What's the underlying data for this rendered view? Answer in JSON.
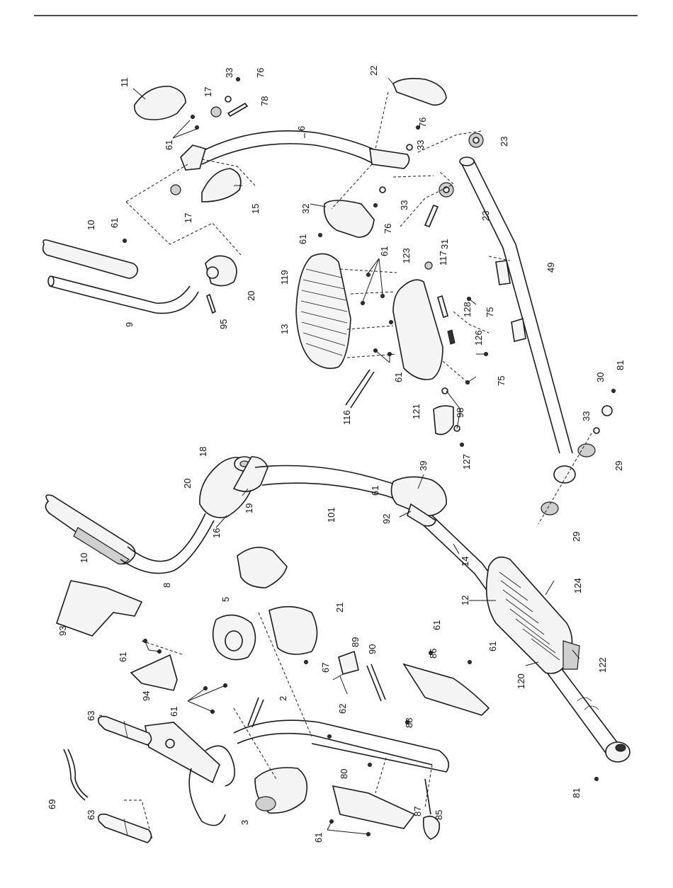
{
  "diagram": {
    "type": "exploded-parts-drawing",
    "part_labels": [
      {
        "id": "p2",
        "text": "2"
      },
      {
        "id": "p3",
        "text": "3"
      },
      {
        "id": "p5",
        "text": "5"
      },
      {
        "id": "p6",
        "text": "6"
      },
      {
        "id": "p8",
        "text": "8"
      },
      {
        "id": "p9",
        "text": "9"
      },
      {
        "id": "p10a",
        "text": "10"
      },
      {
        "id": "p10b",
        "text": "10"
      },
      {
        "id": "p11",
        "text": "11"
      },
      {
        "id": "p12",
        "text": "12"
      },
      {
        "id": "p13",
        "text": "13"
      },
      {
        "id": "p14",
        "text": "14"
      },
      {
        "id": "p15",
        "text": "15"
      },
      {
        "id": "p16",
        "text": "16"
      },
      {
        "id": "p17a",
        "text": "17"
      },
      {
        "id": "p17b",
        "text": "17"
      },
      {
        "id": "p18",
        "text": "18"
      },
      {
        "id": "p19",
        "text": "19"
      },
      {
        "id": "p20a",
        "text": "20"
      },
      {
        "id": "p20b",
        "text": "20"
      },
      {
        "id": "p21",
        "text": "21"
      },
      {
        "id": "p22",
        "text": "22"
      },
      {
        "id": "p23a",
        "text": "23"
      },
      {
        "id": "p23b",
        "text": "23"
      },
      {
        "id": "p29a",
        "text": "29"
      },
      {
        "id": "p29b",
        "text": "29"
      },
      {
        "id": "p30",
        "text": "30"
      },
      {
        "id": "p31",
        "text": "31"
      },
      {
        "id": "p32",
        "text": "32"
      },
      {
        "id": "p33a",
        "text": "33"
      },
      {
        "id": "p33b",
        "text": "33"
      },
      {
        "id": "p33c",
        "text": "33"
      },
      {
        "id": "p33d",
        "text": "33"
      },
      {
        "id": "p39",
        "text": "39"
      },
      {
        "id": "p49",
        "text": "49"
      },
      {
        "id": "p61a",
        "text": "61"
      },
      {
        "id": "p61b",
        "text": "61"
      },
      {
        "id": "p61c",
        "text": "61"
      },
      {
        "id": "p61d",
        "text": "61"
      },
      {
        "id": "p61e",
        "text": "61"
      },
      {
        "id": "p61f",
        "text": "61"
      },
      {
        "id": "p61g",
        "text": "61"
      },
      {
        "id": "p61h",
        "text": "61"
      },
      {
        "id": "p61i",
        "text": "61"
      },
      {
        "id": "p61j",
        "text": "61"
      },
      {
        "id": "p61k",
        "text": "61"
      },
      {
        "id": "p62",
        "text": "62"
      },
      {
        "id": "p63a",
        "text": "63"
      },
      {
        "id": "p63b",
        "text": "63"
      },
      {
        "id": "p67",
        "text": "67"
      },
      {
        "id": "p69",
        "text": "69"
      },
      {
        "id": "p75a",
        "text": "75"
      },
      {
        "id": "p75b",
        "text": "75"
      },
      {
        "id": "p76a",
        "text": "76"
      },
      {
        "id": "p76b",
        "text": "76"
      },
      {
        "id": "p76c",
        "text": "76"
      },
      {
        "id": "p78",
        "text": "78"
      },
      {
        "id": "p80",
        "text": "80"
      },
      {
        "id": "p81a",
        "text": "81"
      },
      {
        "id": "p81b",
        "text": "81"
      },
      {
        "id": "p85",
        "text": "85"
      },
      {
        "id": "p86",
        "text": "86"
      },
      {
        "id": "p87",
        "text": "87"
      },
      {
        "id": "p88",
        "text": "88"
      },
      {
        "id": "p89",
        "text": "89"
      },
      {
        "id": "p90",
        "text": "90"
      },
      {
        "id": "p92",
        "text": "92"
      },
      {
        "id": "p93",
        "text": "93"
      },
      {
        "id": "p94",
        "text": "94"
      },
      {
        "id": "p95",
        "text": "95"
      },
      {
        "id": "p98",
        "text": "98"
      },
      {
        "id": "p101",
        "text": "101"
      },
      {
        "id": "p116",
        "text": "116"
      },
      {
        "id": "p117",
        "text": "117"
      },
      {
        "id": "p119",
        "text": "119"
      },
      {
        "id": "p120",
        "text": "120"
      },
      {
        "id": "p121",
        "text": "121"
      },
      {
        "id": "p122",
        "text": "122"
      },
      {
        "id": "p123",
        "text": "123"
      },
      {
        "id": "p124",
        "text": "124"
      },
      {
        "id": "p126",
        "text": "126"
      },
      {
        "id": "p127",
        "text": "127"
      },
      {
        "id": "p128",
        "text": "128"
      }
    ]
  }
}
